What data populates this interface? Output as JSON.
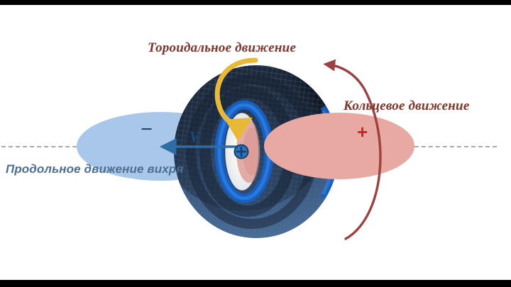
{
  "figure": {
    "kind": "physics-diagram",
    "subject": "toroidal vortex motion",
    "background_color": "#ffffff",
    "letterbox_color": "#000000"
  },
  "labels": {
    "toroidal_motion": "Тороидальное движение",
    "ring_motion": "Кольцевое движение",
    "longitudinal_motion": "Продольное движение вихря",
    "velocity_symbol": "V",
    "negative_sign": "−",
    "positive_sign": "+",
    "core_symbol": "+"
  },
  "colors": {
    "maroon_label": "#7c3b32",
    "blue_label": "#4d6e93",
    "velocity_blue": "#1b4a77",
    "negative_lobe": "#a9c8e9",
    "positive_lobe": "#e7a9a1",
    "toroidal_arrow": "#e8b838",
    "ring_arrow": "#9c4242",
    "axis_dash": "#9a9a9a",
    "torus_dark": "#1b2433",
    "torus_mid": "#3c5a80",
    "torus_inner_ring": "#1461c8",
    "plus_red": "#cf2222"
  },
  "elements": {
    "axis": "dashed horizontal symmetry axis",
    "negative_lobe": "blue ellipse on the left marked minus",
    "positive_lobe": "red ellipse on the right marked plus",
    "torus": "dark blue meshed torus seen nearly face on",
    "toroidal_arrow": "gold curved arrow over the torus body",
    "ring_arrow": "dark red circular arrow around the torus",
    "velocity_arrow": "blue arrow pointing left along the axis",
    "core_marker": "circled plus at the vortex centre"
  }
}
